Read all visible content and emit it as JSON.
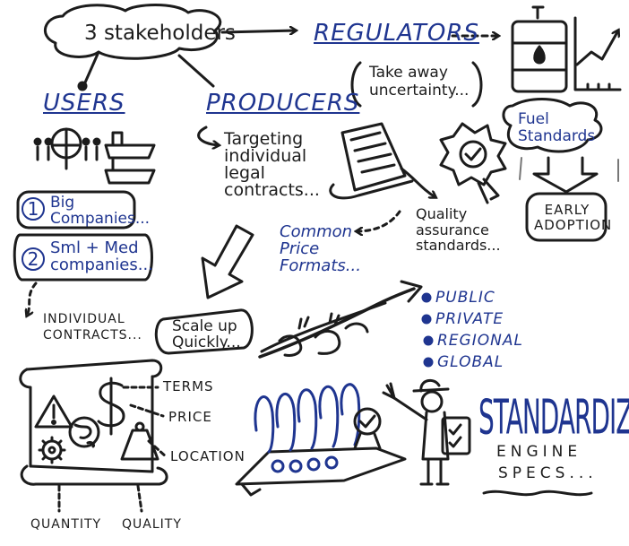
{
  "title": "3 stakeholders",
  "users": {
    "heading": "USERS",
    "item1_num": "1",
    "item1_text": "Big Companies...",
    "item2_num": "2",
    "item2_text": "Sml + Med companies...",
    "outcome": "INDIVIDUAL CONTRACTS..."
  },
  "producers": {
    "heading": "PRODUCERS",
    "targeting": "Targeting individual legal contracts...",
    "formats": "Common Price Formats...",
    "scale": "Scale up Quickly..."
  },
  "regulators": {
    "heading": "REGULATORS",
    "note": "Take away uncertainty...",
    "fuel": "Fuel Standards",
    "early": "EARLY ADOPTION",
    "quality": "Quality assurance standards..."
  },
  "scopes": [
    "PUBLIC",
    "PRIVATE",
    "REGIONAL",
    "GLOBAL"
  ],
  "contract_terms": {
    "terms": "TERMS",
    "price": "PRICE",
    "location": "LOCATION",
    "quantity": "QUANTITY",
    "quality": "QUALITY"
  },
  "standardized": {
    "big": "STANDARDIZED",
    "small1": "ENGINE",
    "small2": "SPECS..."
  },
  "colors": {
    "ink": "#1c1c1c",
    "blue": "#1f3590"
  }
}
